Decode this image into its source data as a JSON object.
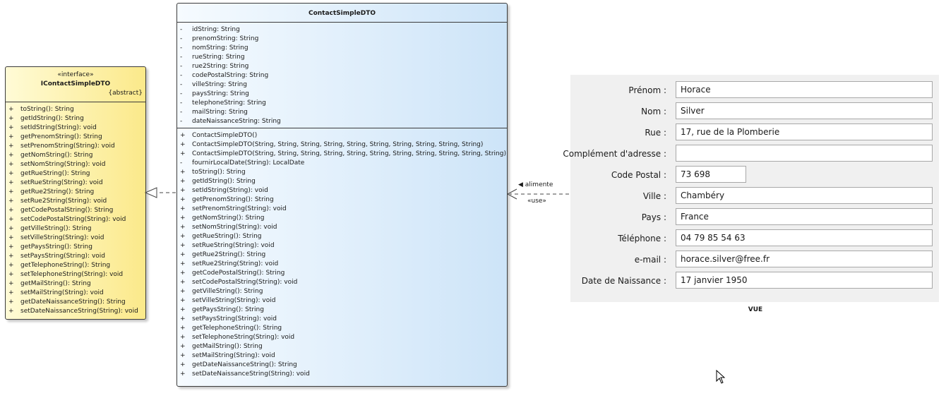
{
  "interface_class": {
    "stereotype": "«interface»",
    "name": "IContactSimpleDTO",
    "modifier": "{abstract}",
    "operations": [
      {
        "vis": "+",
        "sig": "toString(): String"
      },
      {
        "vis": "+",
        "sig": "getIdString(): String"
      },
      {
        "vis": "+",
        "sig": "setIdString(String): void"
      },
      {
        "vis": "+",
        "sig": "getPrenomString(): String"
      },
      {
        "vis": "+",
        "sig": "setPrenomString(String): void"
      },
      {
        "vis": "+",
        "sig": "getNomString(): String"
      },
      {
        "vis": "+",
        "sig": "setNomString(String): void"
      },
      {
        "vis": "+",
        "sig": "getRueString(): String"
      },
      {
        "vis": "+",
        "sig": "setRueString(String): void"
      },
      {
        "vis": "+",
        "sig": "getRue2String(): String"
      },
      {
        "vis": "+",
        "sig": "setRue2String(String): void"
      },
      {
        "vis": "+",
        "sig": "getCodePostalString(): String"
      },
      {
        "vis": "+",
        "sig": "setCodePostalString(String): void"
      },
      {
        "vis": "+",
        "sig": "getVilleString(): String"
      },
      {
        "vis": "+",
        "sig": "setVilleString(String): void"
      },
      {
        "vis": "+",
        "sig": "getPaysString(): String"
      },
      {
        "vis": "+",
        "sig": "setPaysString(String): void"
      },
      {
        "vis": "+",
        "sig": "getTelephoneString(): String"
      },
      {
        "vis": "+",
        "sig": "setTelephoneString(String): void"
      },
      {
        "vis": "+",
        "sig": "getMailString(): String"
      },
      {
        "vis": "+",
        "sig": "setMailString(String): void"
      },
      {
        "vis": "+",
        "sig": "getDateNaissanceString(): String"
      },
      {
        "vis": "+",
        "sig": "setDateNaissanceString(String): void"
      }
    ]
  },
  "dto_class": {
    "name": "ContactSimpleDTO",
    "attributes": [
      {
        "vis": "-",
        "sig": "idString: String"
      },
      {
        "vis": "-",
        "sig": "prenomString: String"
      },
      {
        "vis": "-",
        "sig": "nomString: String"
      },
      {
        "vis": "-",
        "sig": "rueString: String"
      },
      {
        "vis": "-",
        "sig": "rue2String: String"
      },
      {
        "vis": "-",
        "sig": "codePostalString: String"
      },
      {
        "vis": "-",
        "sig": "villeString: String"
      },
      {
        "vis": "-",
        "sig": "paysString: String"
      },
      {
        "vis": "-",
        "sig": "telephoneString: String"
      },
      {
        "vis": "-",
        "sig": "mailString: String"
      },
      {
        "vis": "-",
        "sig": "dateNaissanceString: String"
      }
    ],
    "operations": [
      {
        "vis": "+",
        "sig": "ContactSimpleDTO()"
      },
      {
        "vis": "+",
        "sig": "ContactSimpleDTO(String, String, String, String, String, String, String, String, String, String)"
      },
      {
        "vis": "+",
        "sig": "ContactSimpleDTO(String, String, String, String, String, String, String, String, String, String, String)"
      },
      {
        "vis": "-",
        "sig": "fournirLocalDate(String): LocalDate"
      },
      {
        "vis": "+",
        "sig": "toString(): String"
      },
      {
        "vis": "+",
        "sig": "getIdString(): String"
      },
      {
        "vis": "+",
        "sig": "setIdString(String): void"
      },
      {
        "vis": "+",
        "sig": "getPrenomString(): String"
      },
      {
        "vis": "+",
        "sig": "setPrenomString(String): void"
      },
      {
        "vis": "+",
        "sig": "getNomString(): String"
      },
      {
        "vis": "+",
        "sig": "setNomString(String): void"
      },
      {
        "vis": "+",
        "sig": "getRueString(): String"
      },
      {
        "vis": "+",
        "sig": "setRueString(String): void"
      },
      {
        "vis": "+",
        "sig": "getRue2String(): String"
      },
      {
        "vis": "+",
        "sig": "setRue2String(String): void"
      },
      {
        "vis": "+",
        "sig": "getCodePostalString(): String"
      },
      {
        "vis": "+",
        "sig": "setCodePostalString(String): void"
      },
      {
        "vis": "+",
        "sig": "getVilleString(): String"
      },
      {
        "vis": "+",
        "sig": "setVilleString(String): void"
      },
      {
        "vis": "+",
        "sig": "getPaysString(): String"
      },
      {
        "vis": "+",
        "sig": "setPaysString(String): void"
      },
      {
        "vis": "+",
        "sig": "getTelephoneString(): String"
      },
      {
        "vis": "+",
        "sig": "setTelephoneString(String): void"
      },
      {
        "vis": "+",
        "sig": "getMailString(): String"
      },
      {
        "vis": "+",
        "sig": "setMailString(String): void"
      },
      {
        "vis": "+",
        "sig": "getDateNaissanceString(): String"
      },
      {
        "vis": "+",
        "sig": "setDateNaissanceString(String): void"
      }
    ]
  },
  "relations": {
    "alimente_label": "◀ alimente",
    "use_label": "«use»"
  },
  "vue": {
    "title": "VUE",
    "fields": [
      {
        "label": "Prénom :",
        "value": "Horace",
        "short": false
      },
      {
        "label": "Nom :",
        "value": "Silver",
        "short": false
      },
      {
        "label": "Rue :",
        "value": "17, rue de la Plomberie",
        "short": false
      },
      {
        "label": "Complément d'adresse :",
        "value": "",
        "short": false
      },
      {
        "label": "Code Postal :",
        "value": "73 698",
        "short": true
      },
      {
        "label": "Ville :",
        "value": "Chambéry",
        "short": false
      },
      {
        "label": "Pays :",
        "value": "France",
        "short": false
      },
      {
        "label": "Téléphone :",
        "value": "04 79 85 54 63",
        "short": false
      },
      {
        "label": "e-mail :",
        "value": "horace.silver@free.fr",
        "short": false
      },
      {
        "label": "Date de Naissance :",
        "value": "17 janvier 1950",
        "short": false
      }
    ]
  },
  "colors": {
    "interface_fill": "#fbe98a",
    "class_fill": "#cde4f8",
    "vue_background": "#f0f0f0"
  }
}
